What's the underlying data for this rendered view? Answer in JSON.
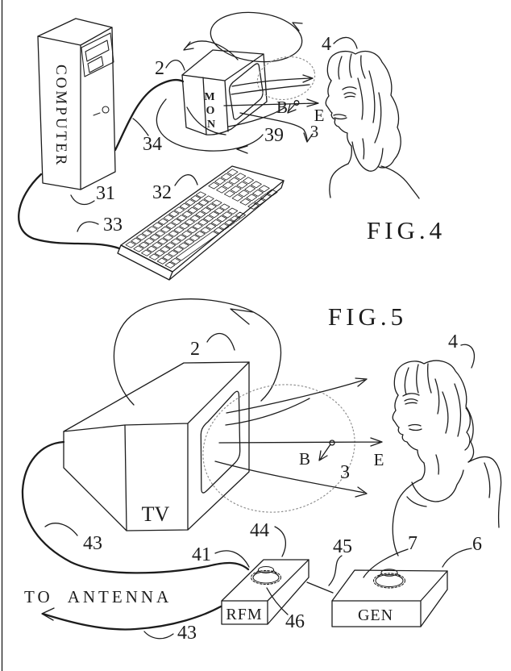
{
  "colors": {
    "ink": "#1c1c1c",
    "dotted_orbit": "#8f8f8f",
    "paper": "#ffffff"
  },
  "fig4": {
    "title": "FIG.4",
    "computer_label": "COMPUTER",
    "monitor_letters": [
      "M",
      "O",
      "N"
    ],
    "labels": {
      "monitor_ref": "2",
      "beam_ref": "3",
      "viewer_ref": "4",
      "computer_ref": "31",
      "keyboard_ref": "32",
      "keyboard_cable_ref": "33",
      "monitor_cable_ref": "34",
      "field_ref": "39",
      "b_axis": "B",
      "e_axis": "E"
    }
  },
  "fig5": {
    "title": "FIG.5",
    "tv_label": "TV",
    "rfm_label": "RFM",
    "gen_label": "GEN",
    "antenna_label": "TO ANTENNA",
    "labels": {
      "tv_ref": "2",
      "beam_ref": "3",
      "viewer_ref": "4",
      "gen_ref": "6",
      "gen_knob_ref": "7",
      "rfm_input_ref": "41",
      "antenna_cable_upper_ref": "43",
      "rfm_knob_ref": "44",
      "link_ref": "45",
      "rfm_ref": "46",
      "antenna_cable_lower_ref": "43",
      "b_axis": "B",
      "e_axis": "E"
    }
  }
}
